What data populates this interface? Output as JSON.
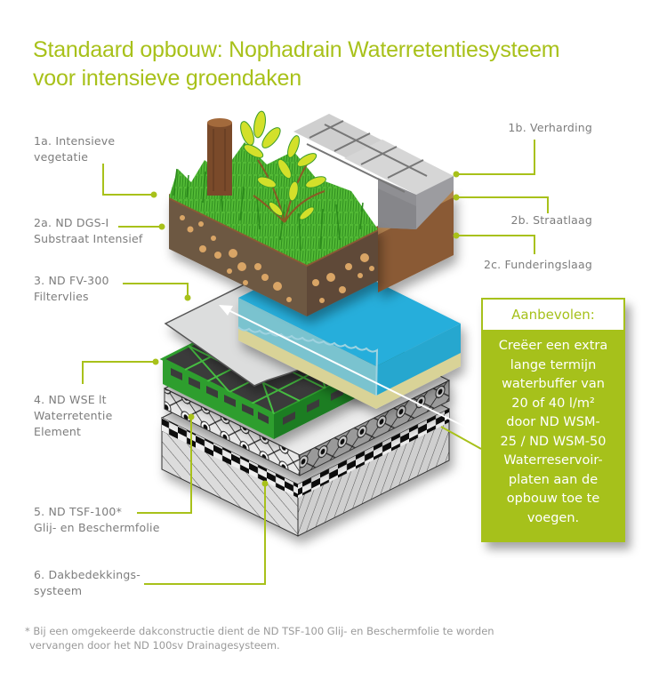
{
  "title": {
    "line1": "Standaard opbouw: Nophadrain Waterretentiesysteem",
    "line2": "voor intensieve groendaken"
  },
  "labels": {
    "l1a": {
      "line1": "1a. Intensieve",
      "line2": "vegetatie"
    },
    "l1b": {
      "line1": "1b. Verharding"
    },
    "l2a": {
      "line1": "2a. ND DGS-I",
      "line2": "Substraat Intensief"
    },
    "l2b": {
      "line1": "2b. Straatlaag"
    },
    "l2c": {
      "line1": "2c. Funderingslaag"
    },
    "l3": {
      "line1": "3. ND FV-300",
      "line2": "Filtervlies"
    },
    "l4": {
      "line1": "4. ND WSE lt",
      "line2": "Waterretentie",
      "line3": "Element"
    },
    "l5": {
      "line1": "5. ND TSF-100*",
      "line2": "Glij- en Beschermfolie"
    },
    "l6": {
      "line1": "6. Dakbedekkings-",
      "line2": "systeem"
    }
  },
  "callout": {
    "heading": "Aanbevolen:",
    "lines": [
      "Creëer een extra",
      "lange termijn",
      "waterbuffer van",
      "20 of 40 l/m²",
      "door ND WSM-",
      "25 / ND WSM-50",
      "Waterreservoir-",
      "platen aan de",
      "opbouw toe te",
      "voegen."
    ]
  },
  "footnote": {
    "line1": "* Bij een omgekeerde dakconstructie dient de ND TSF-100 Glij- en Beschermfolie te worden",
    "line2": "vervangen door het ND 100sv Drainagesysteem."
  },
  "colors": {
    "accent": "#a8c11a",
    "label_text": "#7d7d7d",
    "soil": "#6b5640",
    "soil_dots": "#d9a566",
    "grass": "#3fae2a",
    "paver": "#c8c8c8",
    "foundation": "#8a5a34",
    "water": "#2aafd6",
    "retention_element": "#2e9e2e"
  }
}
